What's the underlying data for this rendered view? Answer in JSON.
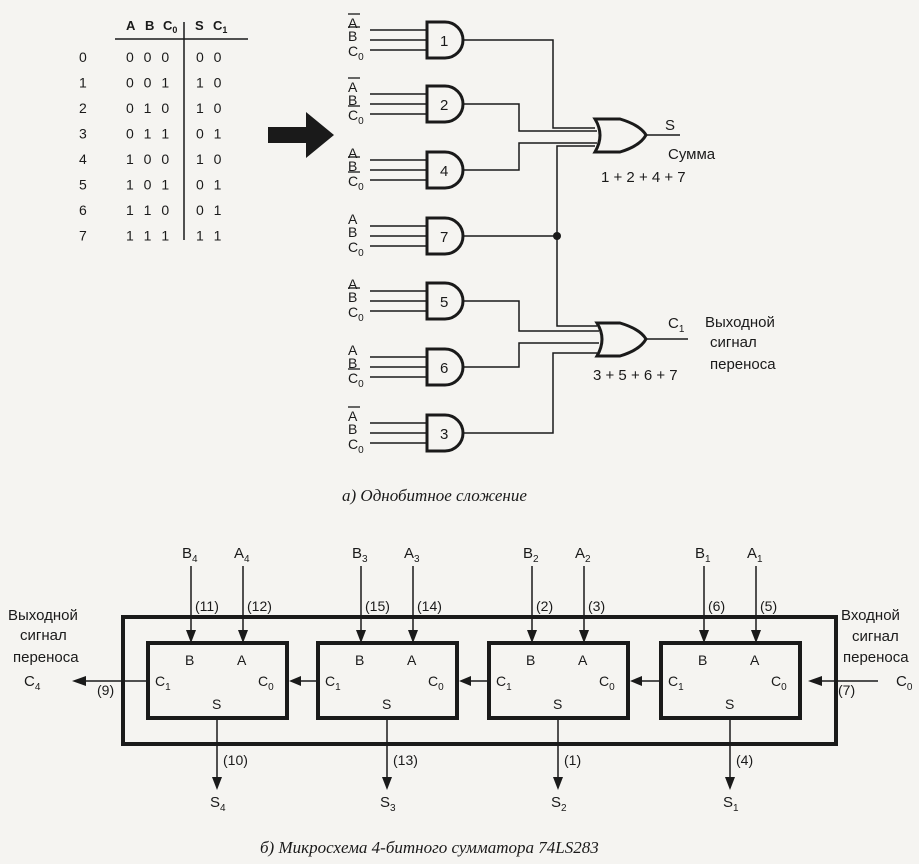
{
  "truth_table": {
    "headers": [
      "A",
      "B",
      "C0",
      "S",
      "C1"
    ],
    "rows": [
      {
        "index": "0",
        "inputs": "0 0 0",
        "outputs": "0 0"
      },
      {
        "index": "1",
        "inputs": "0 0 1",
        "outputs": "1 0"
      },
      {
        "index": "2",
        "inputs": "0 1 0",
        "outputs": "1 0"
      },
      {
        "index": "3",
        "inputs": "0 1 1",
        "outputs": "0 1"
      },
      {
        "index": "4",
        "inputs": "1 0 0",
        "outputs": "1 0"
      },
      {
        "index": "5",
        "inputs": "1 0 1",
        "outputs": "0 1"
      },
      {
        "index": "6",
        "inputs": "1 1 0",
        "outputs": "0 1"
      },
      {
        "index": "7",
        "inputs": "1 1 1",
        "outputs": "1 1"
      }
    ]
  },
  "gates": [
    {
      "label": "1",
      "inputs": [
        "A",
        "B",
        "C0"
      ],
      "inverted": [
        true,
        true,
        false
      ]
    },
    {
      "label": "2",
      "inputs": [
        "A",
        "B",
        "C0"
      ],
      "inverted": [
        true,
        false,
        true
      ]
    },
    {
      "label": "4",
      "inputs": [
        "A",
        "B",
        "C0"
      ],
      "inverted": [
        false,
        true,
        true
      ]
    },
    {
      "label": "7",
      "inputs": [
        "A",
        "B",
        "C0"
      ],
      "inverted": [
        false,
        false,
        false
      ]
    },
    {
      "label": "5",
      "inputs": [
        "A",
        "B",
        "C0"
      ],
      "inverted": [
        false,
        true,
        false
      ]
    },
    {
      "label": "6",
      "inputs": [
        "A",
        "B",
        "C0"
      ],
      "inverted": [
        false,
        false,
        true
      ]
    },
    {
      "label": "3",
      "inputs": [
        "A",
        "B",
        "C0"
      ],
      "inverted": [
        true,
        false,
        false
      ]
    }
  ],
  "sum_output": {
    "name": "S",
    "label": "Сумма",
    "formula": "1 + 2 + 4 + 7"
  },
  "carry_output": {
    "name": "C1",
    "label_line1": "Выходной",
    "label_line2": "сигнал",
    "label_line3": "переноса",
    "formula": "3 + 5 + 6 + 7"
  },
  "caption_a": "а) Однобитное сложение",
  "adder": {
    "left_label": [
      "Выходной",
      "сигнал",
      "переноса"
    ],
    "right_label": [
      "Входной",
      "сигнал",
      "переноса"
    ],
    "carry_out": {
      "name": "C4",
      "pin": "(9)"
    },
    "carry_in": {
      "name": "C0",
      "pin": "(7)"
    },
    "stages": [
      {
        "b": "B4",
        "a": "A4",
        "b_pin": "(11)",
        "a_pin": "(12)",
        "s": "S4",
        "s_pin": "(10)"
      },
      {
        "b": "B3",
        "a": "A3",
        "b_pin": "(15)",
        "a_pin": "(14)",
        "s": "S3",
        "s_pin": "(13)"
      },
      {
        "b": "B2",
        "a": "A2",
        "b_pin": "(2)",
        "a_pin": "(3)",
        "s": "S2",
        "s_pin": "(1)"
      },
      {
        "b": "B1",
        "a": "A1",
        "b_pin": "(6)",
        "a_pin": "(5)",
        "s": "S1",
        "s_pin": "(4)"
      }
    ],
    "cell_labels": {
      "b": "B",
      "a": "A",
      "cin": "C0",
      "cout": "C1",
      "s": "S"
    }
  },
  "caption_b": "б) Микросхема 4-битного сумматора 74LS283",
  "colors": {
    "ink": "#1a1a1a",
    "paper": "#f5f4f1"
  }
}
